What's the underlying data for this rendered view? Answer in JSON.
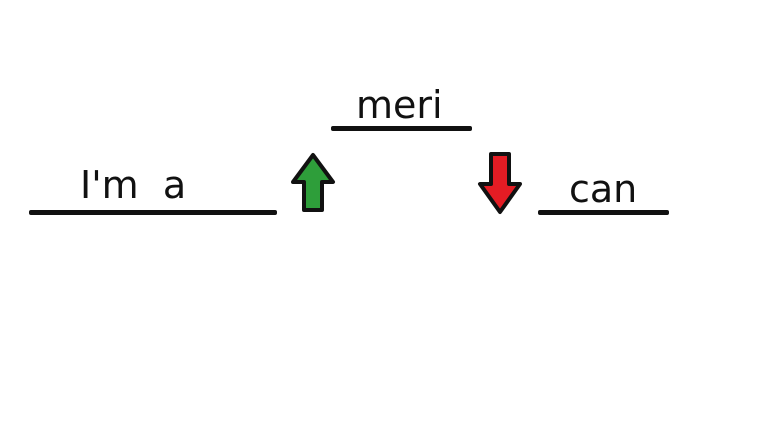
{
  "segments": [
    {
      "id": "left",
      "text": "I'm  a"
    },
    {
      "id": "middle",
      "text": "meri"
    },
    {
      "id": "right",
      "text": "can"
    }
  ],
  "arrows": [
    {
      "id": "up",
      "direction": "up",
      "color": "#2e9e3a",
      "icon": "arrow-up-icon"
    },
    {
      "id": "down",
      "direction": "down",
      "color": "#e41c24",
      "icon": "arrow-down-icon"
    }
  ],
  "colors": {
    "ink": "#111111",
    "up_arrow": "#2e9e3a",
    "down_arrow": "#e41c24",
    "background": "#ffffff"
  }
}
